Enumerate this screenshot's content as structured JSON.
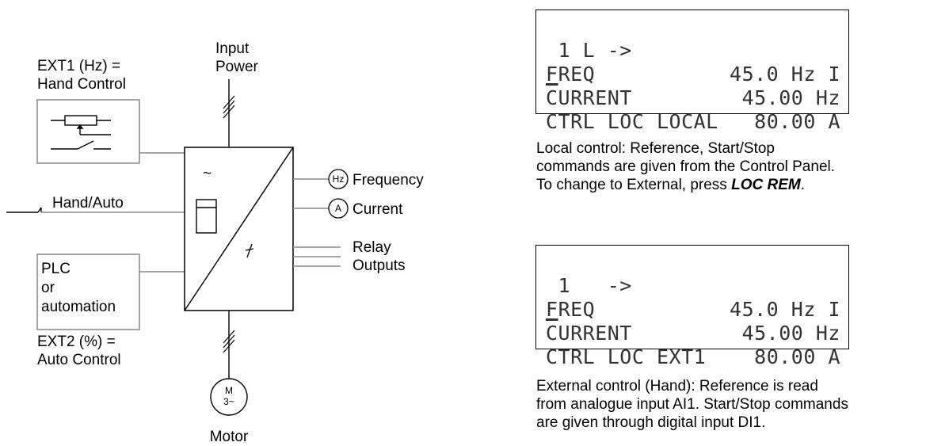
{
  "diagram": {
    "ext1_line1": "EXT1 (Hz) =",
    "ext1_line2": "Hand Control",
    "input_power_line1": "Input",
    "input_power_line2": "Power",
    "hand_auto": "Hand/Auto",
    "plc_line1": "PLC",
    "plc_line2": "or",
    "plc_line3": "automation",
    "ext2_line1": "EXT2 (%) =",
    "ext2_line2": "Auto Control",
    "hz_symbol": "Hz",
    "frequency": "Frequency",
    "a_symbol": "A",
    "current": "Current",
    "relay_line1": "Relay",
    "relay_line2": "Outputs",
    "motor_symbol_line1": "M",
    "motor_symbol_line2": "3~",
    "motor": "Motor",
    "tilde": "~"
  },
  "panel_local": {
    "row1_left": " 1 L ->",
    "row1_right": "45.0 Hz I",
    "row2_left_first": "F",
    "row2_left_rest": "REQ",
    "row2_right": "45.00 Hz",
    "row3_left": "CURRENT",
    "row3_right": "80.00 A",
    "row4": "CTRL LOC LOCAL"
  },
  "caption_local": {
    "line1": "Local control: Reference, Start/Stop",
    "line2": "commands are given from the Control Panel.",
    "line3_prefix": "To change to External, press ",
    "line3_key": "LOC REM",
    "line3_suffix": "."
  },
  "panel_external": {
    "row1_left": " 1   ->",
    "row1_right": "45.0 Hz I",
    "row2_left_first": "F",
    "row2_left_rest": "REQ",
    "row2_right": "45.00 Hz",
    "row3_left": "CURRENT",
    "row3_right": "80.00 A",
    "row4": "CTRL LOC EXT1"
  },
  "caption_external": {
    "line1": "External control (Hand): Reference is read",
    "line2": "from analogue input AI1. Start/Stop commands",
    "line3": "are given through digital input DI1."
  }
}
